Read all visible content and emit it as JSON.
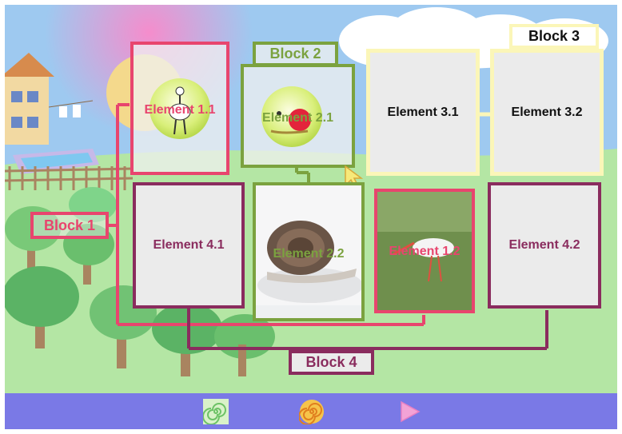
{
  "blocks": {
    "block1": {
      "label": "Block 1",
      "color": "#e8456e"
    },
    "block2": {
      "label": "Block 2",
      "color": "#7ba23f"
    },
    "block3": {
      "label": "Block 3",
      "color": "#fbf6b8"
    },
    "block4": {
      "label": "Block 4",
      "color": "#8a2c5e"
    }
  },
  "elements": {
    "e1_1": "Element 1.1",
    "e1_2": "Element 1.2",
    "e2_1": "Element 2.1",
    "e2_2": "Element 2.2",
    "e3_1": "Element 3.1",
    "e3_2": "Element 3.2",
    "e4_1": "Element 4.1",
    "e4_2": "Element 4.2"
  },
  "toolbar": {
    "buttons": [
      "spiral-green-icon",
      "spiral-orange-icon",
      "play-pink-icon"
    ],
    "color": "#7a79e6"
  },
  "scene": {
    "sky": "#9ec9f0",
    "grass": "#b4e6a4",
    "sun": "#f4d98c"
  }
}
